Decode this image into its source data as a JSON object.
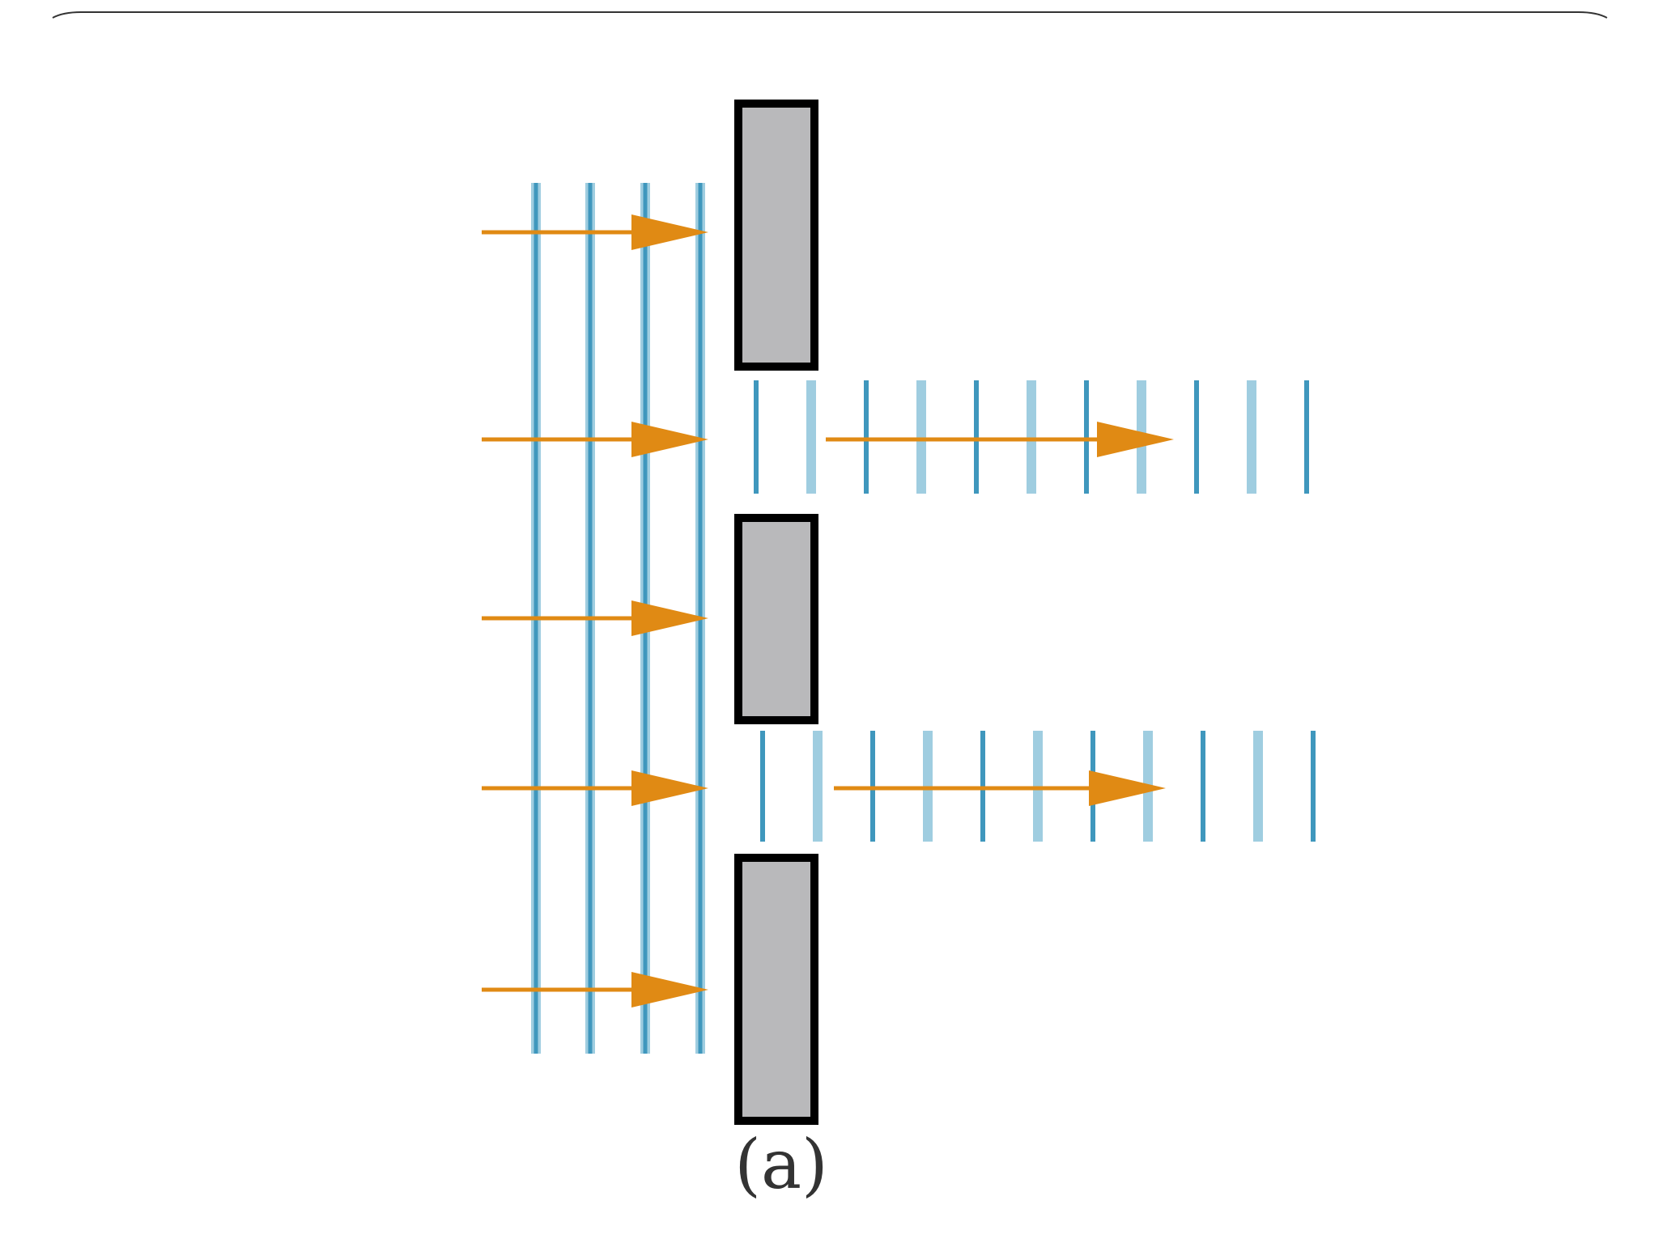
{
  "diagram": {
    "caption": "(a)",
    "colors": {
      "background": "#ffffff",
      "frame_line": "#333333",
      "wavefront_dark": "#3f97bd",
      "wavefront_light": "#9fcde0",
      "arrow": "#e08a14",
      "barrier_fill": "#b9b9bb",
      "barrier_outline": "#000000",
      "caption": "#333333"
    },
    "incident_wavefront_count": 4,
    "incident_ray_count": 5,
    "barrier_count": 3,
    "slit_count": 2,
    "transmitted_wavefronts_per_slit": 11,
    "transmitted_ray_count": 2,
    "icons": {
      "ray": "arrow-right-icon"
    }
  }
}
